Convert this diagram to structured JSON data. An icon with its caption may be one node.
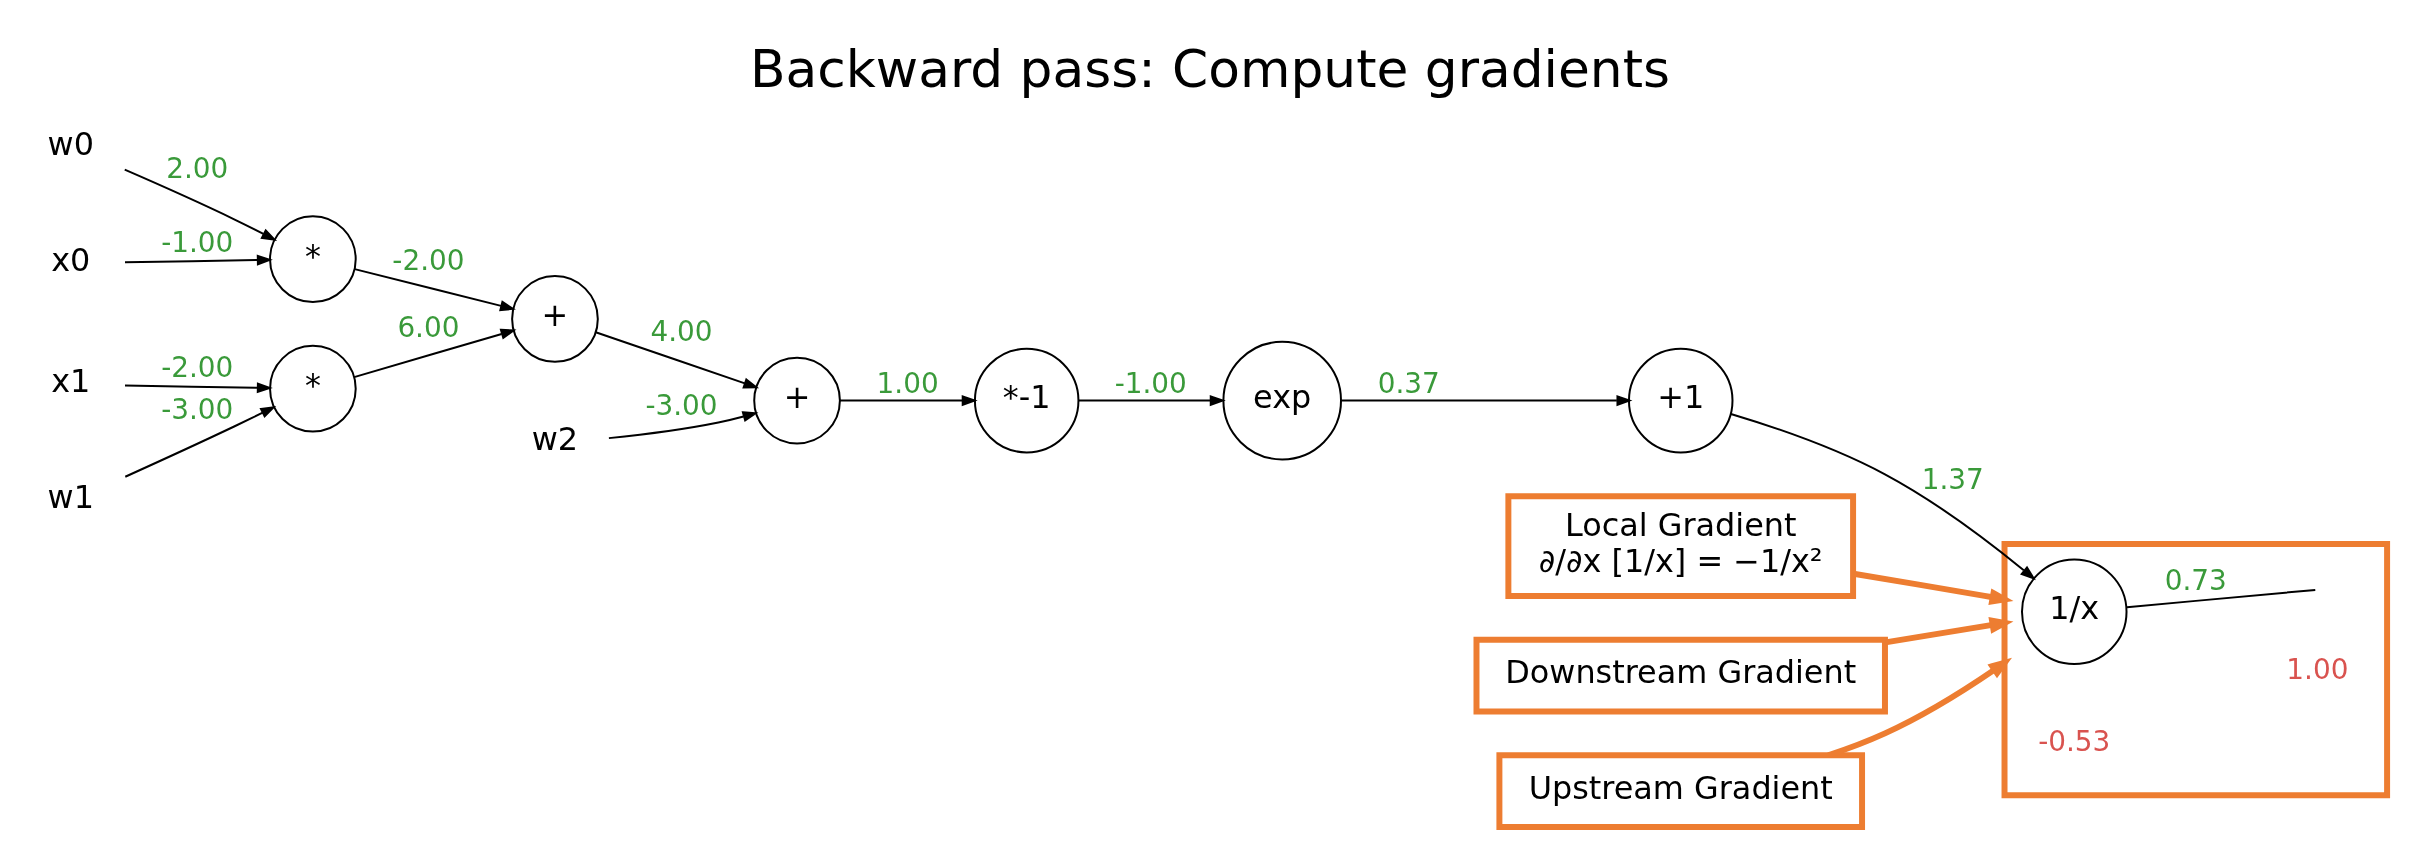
{
  "diagram": {
    "title": "Backward pass: Compute gradients",
    "nodes": [
      {
        "text": [
          "w0"
        ]
      },
      {
        "text": [
          "x0"
        ]
      },
      {
        "text": [
          "*"
        ]
      },
      {
        "text": [
          "w1"
        ]
      },
      {
        "text": [
          "x1"
        ]
      },
      {
        "text": [
          "*"
        ]
      },
      {
        "text": [
          "+"
        ]
      },
      {
        "text": [
          "w2"
        ]
      },
      {
        "text": [
          "+"
        ]
      },
      {
        "text": [
          "*-1"
        ]
      },
      {
        "text": [
          "exp"
        ]
      },
      {
        "text": [
          "+1"
        ]
      },
      {
        "text": [
          "Local Gradient",
          "∂/∂x [1/x] = −1/x²"
        ]
      },
      {
        "text": [],
        "shape": "box"
      },
      {
        "text": [
          "1/x"
        ],
        "in": 13
      },
      {
        "text": [
          "Downstream Gradient"
        ]
      },
      {
        "text": [
          "Upstream Gradient"
        ]
      }
    ],
    "edges": [
      {
        "from": 0,
        "to": 2,
        "arrow": "to",
        "label": "2.00"
      },
      {
        "from": 1,
        "to": 2,
        "arrow": "to",
        "label": "-1.00"
      },
      {
        "from": 3,
        "to": 5,
        "arrow": "to",
        "label": "-3.00"
      },
      {
        "from": 4,
        "to": 5,
        "arrow": "to",
        "label": "-2.00"
      },
      {
        "from": 2,
        "to": 6,
        "arrow": "to",
        "label": "-2.00"
      },
      {
        "from": 5,
        "to": 6,
        "arrow": "to",
        "label": "6.00"
      },
      {
        "from": 6,
        "to": 8,
        "arrow": "to",
        "label": "4.00"
      },
      {
        "from": 7,
        "to": 8,
        "arrow": "to",
        "label": "-3.00"
      },
      {
        "from": 8,
        "to": 9,
        "arrow": "to",
        "label": "1.00"
      },
      {
        "from": 9,
        "to": 10,
        "arrow": "to",
        "label": "-1.00"
      },
      {
        "from": 10,
        "to": 11,
        "arrow": "to",
        "label": "0.37"
      },
      {
        "from": 11,
        "to": 14,
        "arrow": "to",
        "label": "1.37"
      },
      {
        "from": 14,
        "to": null,
        "arrow": "none",
        "label": "0.73"
      },
      {
        "from": 12,
        "to": 13,
        "arrow": "to",
        "color": "#ed7d31",
        "style": "thick"
      },
      {
        "from": 15,
        "to": 13,
        "arrow": "to",
        "color": "#ed7d31",
        "style": "thick"
      },
      {
        "from": 16,
        "to": 13,
        "arrow": "to",
        "color": "#ed7d31",
        "style": "thick"
      }
    ],
    "labels": [
      "-0.53",
      "1.00"
    ]
  }
}
